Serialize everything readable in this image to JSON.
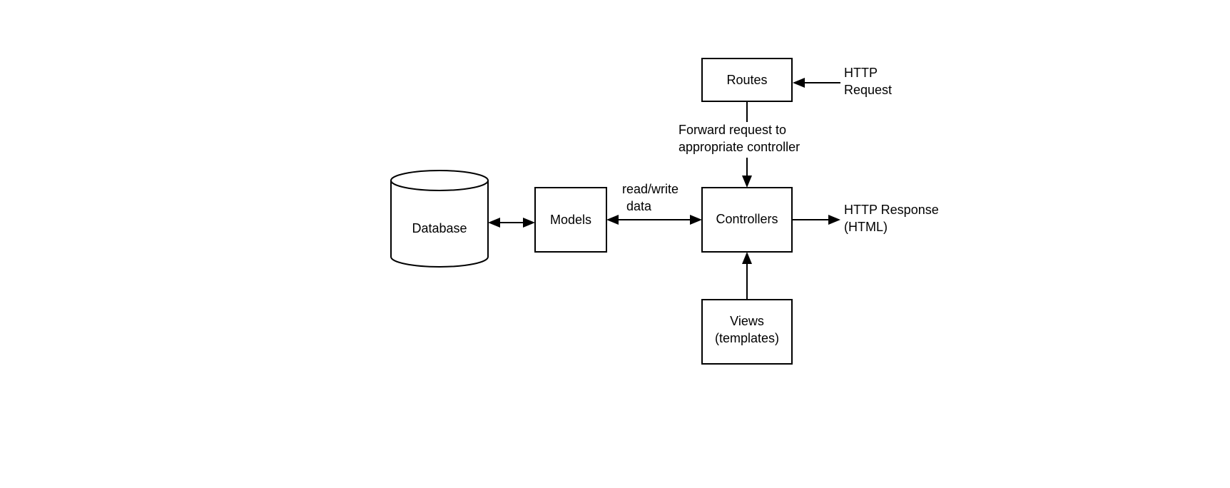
{
  "nodes": {
    "routes": {
      "label": "Routes"
    },
    "controllers": {
      "label": "Controllers"
    },
    "models": {
      "label": "Models"
    },
    "database": {
      "label": "Database"
    },
    "views": {
      "line1": "Views",
      "line2": "(templates)"
    }
  },
  "external": {
    "http_request": {
      "line1": "HTTP",
      "line2": "Request"
    },
    "http_response": {
      "line1": "HTTP Response",
      "line2": "(HTML)"
    }
  },
  "edge_labels": {
    "forward": {
      "line1": "Forward request to",
      "line2": "appropriate controller"
    },
    "read_write": {
      "line1": "read/write",
      "line2": "data"
    }
  },
  "colors": {
    "stroke": "#000000",
    "background": "#ffffff"
  }
}
